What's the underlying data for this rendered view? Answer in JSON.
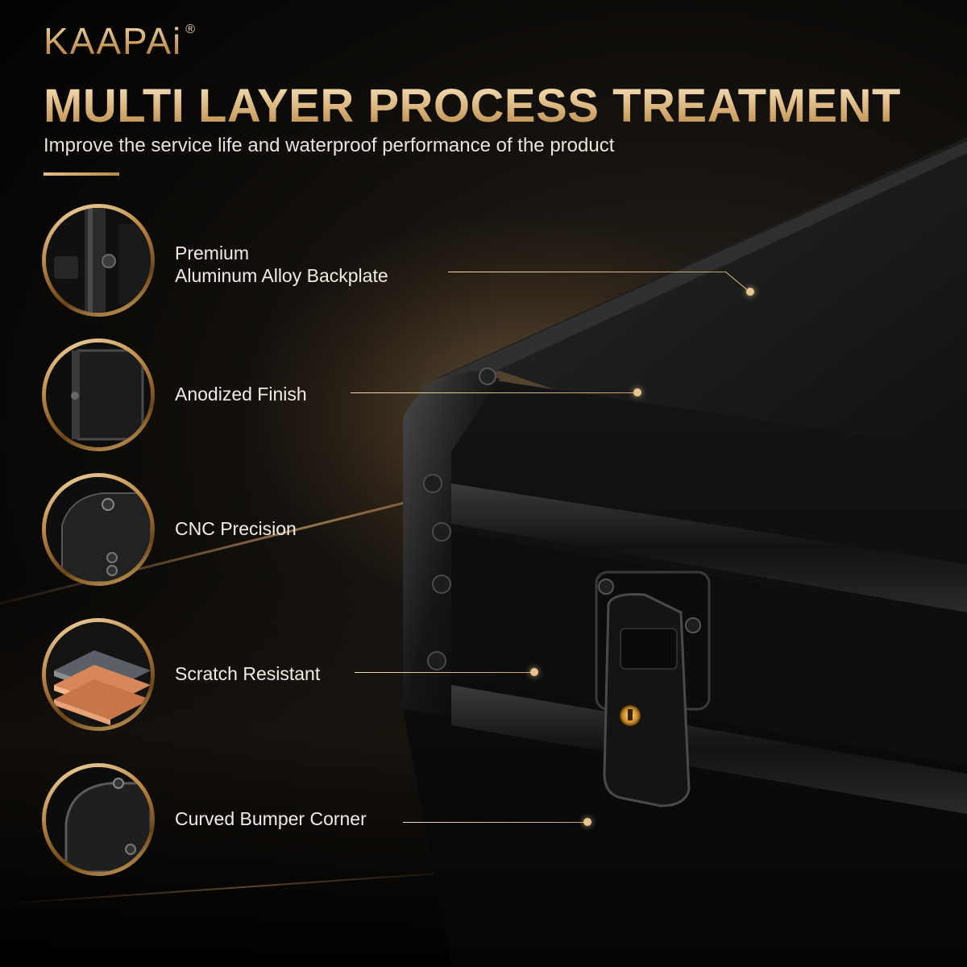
{
  "brand": {
    "name": "KAAPAi",
    "registered": "®"
  },
  "headline": "MULTI LAYER PROCESS TREATMENT",
  "subtitle": "Improve the service life and waterproof performance of the product",
  "features": [
    {
      "line1": "Premium",
      "line2": "Aluminum Alloy Backplate",
      "icon": "hinge-closeup-icon"
    },
    {
      "line1": "Anodized Finish",
      "icon": "panel-edge-closeup-icon"
    },
    {
      "line1": "CNC Precision",
      "icon": "corner-rivet-closeup-icon"
    },
    {
      "line1": "Scratch Resistant",
      "icon": "material-layers-icon"
    },
    {
      "line1": "Curved Bumper Corner",
      "icon": "bumper-corner-closeup-icon"
    }
  ],
  "colors": {
    "gold": "#d9b27a",
    "gold_dark": "#b3843f",
    "background": "#070605",
    "keyhole": "#d49a2a"
  }
}
